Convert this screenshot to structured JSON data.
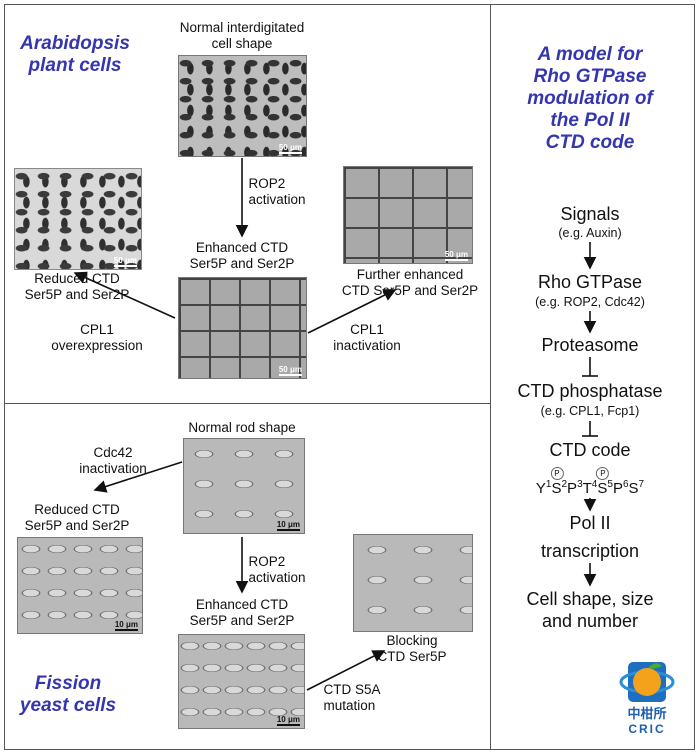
{
  "plant": {
    "title": [
      "Arabidopsis",
      "plant cells"
    ],
    "top_caption": [
      "Normal interdigitated",
      "cell shape"
    ],
    "rop2": [
      "ROP2",
      "activation"
    ],
    "enhanced": [
      "Enhanced CTD",
      "Ser5P and Ser2P"
    ],
    "reduced": [
      "Reduced CTD",
      "Ser5P and Ser2P"
    ],
    "further": [
      "Further enhanced",
      "CTD Ser5P and Ser2P"
    ],
    "cpl1_over": [
      "CPL1",
      "overexpression"
    ],
    "cpl1_inact": [
      "CPL1",
      "inactivation"
    ],
    "scale": "50 μm"
  },
  "yeast": {
    "title": [
      "Fission",
      "yeast cells"
    ],
    "top_caption": "Normal rod shape",
    "cdc42": [
      "Cdc42",
      "inactivation"
    ],
    "reduced": [
      "Reduced CTD",
      "Ser5P and Ser2P"
    ],
    "rop2": [
      "ROP2",
      "activation"
    ],
    "enhanced": [
      "Enhanced CTD",
      "Ser5P and Ser2P"
    ],
    "blocking": [
      "Blocking",
      "CTD Ser5P"
    ],
    "s5a": [
      "CTD S5A",
      "mutation"
    ],
    "scale": "10 μm"
  },
  "model": {
    "title": [
      "A model for",
      "Rho GTPase",
      "modulation of",
      "the Pol II",
      "CTD code"
    ],
    "signals": "Signals",
    "signals_eg": "(e.g. Auxin)",
    "rho": "Rho GTPase",
    "rho_eg": "(e.g. ROP2, Cdc42)",
    "proteasome": "Proteasome",
    "phosphatase": "CTD phosphatase",
    "phosphatase_eg": "(e.g. CPL1, Fcp1)",
    "code": "CTD code",
    "seq": [
      "Y",
      "1",
      "S",
      "2",
      "P",
      "3",
      "T",
      "4",
      "S",
      "5",
      "P",
      "6",
      "S",
      "7"
    ],
    "phospho": "P",
    "pol": [
      "Pol II",
      "transcription"
    ],
    "outcome": [
      "Cell shape, size",
      "and number"
    ]
  },
  "logo": {
    "cn": "中柑所",
    "en": "CRIC"
  },
  "colors": {
    "title": "#3535b0"
  }
}
